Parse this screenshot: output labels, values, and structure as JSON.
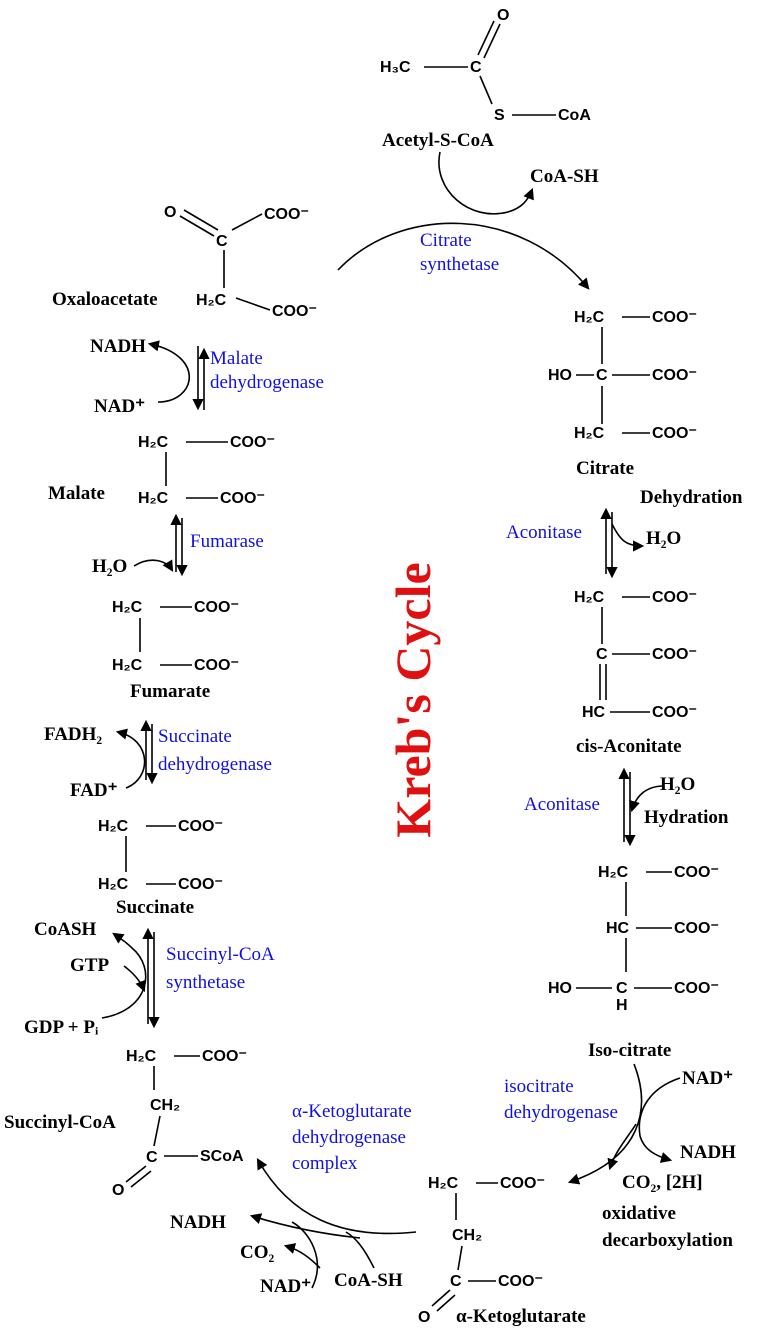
{
  "title": "Kreb's Cycle",
  "compounds": {
    "acetyl_coa": "Acetyl-S-CoA",
    "oxaloacetate": "Oxaloacetate",
    "citrate": "Citrate",
    "cis_aconitate": "cis-Aconitate",
    "isocitrate": "Iso-citrate",
    "alpha_ketoglutarate": "α-Ketoglutarate",
    "succinyl_coa": "Succinyl-CoA",
    "succinate": "Succinate",
    "fumarate": "Fumarate",
    "malate": "Malate"
  },
  "enzymes": {
    "citrate_synthetase": [
      "Citrate",
      "synthetase"
    ],
    "aconitase_1": "Aconitase",
    "aconitase_2": "Aconitase",
    "isocitrate_dh": [
      "isocitrate",
      "dehydrogenase"
    ],
    "akg_dh": [
      "α-Ketoglutarate",
      "dehydrogenase",
      "complex"
    ],
    "succinyl_coa_synthetase": [
      "Succinyl-CoA",
      "synthetase"
    ],
    "succinate_dh": [
      "Succinate",
      "dehydrogenase"
    ],
    "fumarase": "Fumarase",
    "malate_dh": [
      "Malate",
      "dehydrogenase"
    ]
  },
  "process_labels": {
    "dehydration": "Dehydration",
    "hydration": "Hydration",
    "oxidative_decarboxylation": [
      "oxidative",
      "decarboxylation"
    ]
  },
  "cofactors": {
    "coa_sh_top": "CoA-SH",
    "h2o_dehydration": "H₂O",
    "h2o_hydration": "H₂O",
    "nad_plus_iso": "NAD⁺",
    "nadh_iso": "NADH",
    "co2_2h": "CO₂, [2H]",
    "nadh_akg": "NADH",
    "co2_akg": "CO₂",
    "nad_plus_akg": "NAD⁺",
    "coa_sh_akg": "CoA-SH",
    "coash_succ": "CoASH",
    "gtp": "GTP",
    "gdp_pi": "GDP + Pᵢ",
    "fadh2": "FADH₂",
    "fad_plus": "FAD⁺",
    "h2o_fumarase": "H₂O",
    "nadh_malate": "NADH",
    "nad_plus_malate": "NAD⁺"
  },
  "atoms": {
    "o": "O",
    "c": "C",
    "s": "S",
    "coa": "CoA",
    "h3c": "H₃C",
    "h2c": "H₂C",
    "hc": "HC",
    "ch2": "CH₂",
    "ho": "HO",
    "h": "H",
    "coo": "COO⁻",
    "scoa": "SCoA"
  }
}
